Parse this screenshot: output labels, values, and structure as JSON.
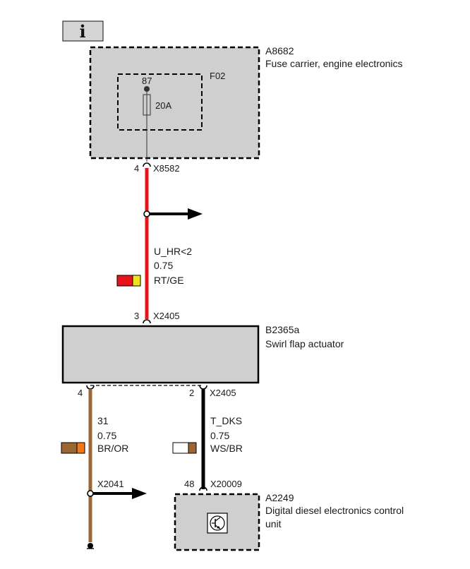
{
  "info_button": {
    "icon": "info-icon",
    "glyph": "i"
  },
  "colors": {
    "red_wire": "#e8141b",
    "brown_wire": "#9b6633",
    "black_wire": "#000000",
    "component_fill": "#cfcfcf",
    "yellow": "#f2e21a",
    "orange": "#f07a1a",
    "white": "#ffffff"
  },
  "components": {
    "fuse_carrier": {
      "id": "A8682",
      "name": "Fuse carrier, engine electronics"
    },
    "fuse": {
      "id": "F02",
      "pin": "87",
      "rating": "20A"
    },
    "swirl_actuator": {
      "id": "B2365a",
      "name": "Swirl flap actuator"
    },
    "dde": {
      "id": "A2249",
      "name_line1": "Digital diesel electronics control",
      "name_line2": "unit",
      "icon": "transistor-icon"
    }
  },
  "connectors": {
    "x8582": {
      "pin": "4",
      "name": "X8582"
    },
    "x2405_top": {
      "pin": "3",
      "name": "X2405"
    },
    "x2405_bottom": {
      "pin_left": "4",
      "pin_right": "2",
      "name": "X2405"
    },
    "x2041": {
      "name": "X2041"
    },
    "x20009": {
      "pin": "48",
      "name": "X20009"
    }
  },
  "wires": {
    "red": {
      "signal": "U_HR<2",
      "size": "0.75",
      "color_code": "RT/GE"
    },
    "brown": {
      "signal": "31",
      "size": "0.75",
      "color_code": "BR/OR"
    },
    "black": {
      "signal": "T_DKS",
      "size": "0.75",
      "color_code": "WS/BR"
    }
  }
}
